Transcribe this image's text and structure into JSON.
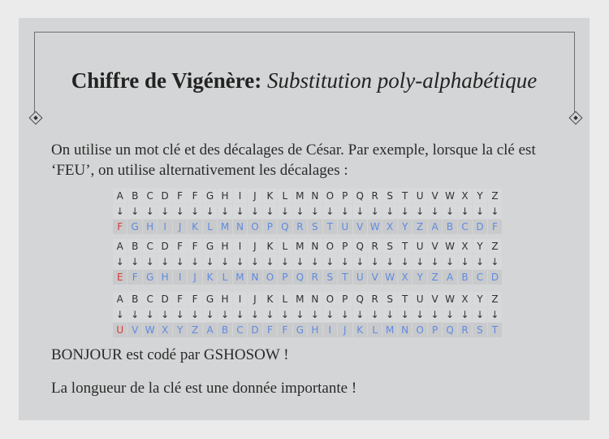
{
  "title": {
    "main": "Chiffre de Vigénère:",
    "sub": "Substitution poly-alphabétique"
  },
  "intro": "On utilise un mot clé et des décalages de César. Par exemple, lorsque la clé est ‘FEU’, on utilise alternativement les décalages :",
  "alphabet": [
    "A",
    "B",
    "C",
    "D",
    "F",
    "F",
    "G",
    "H",
    "I",
    "J",
    "K",
    "L",
    "M",
    "N",
    "O",
    "P",
    "Q",
    "R",
    "S",
    "T",
    "U",
    "V",
    "W",
    "X",
    "Y",
    "Z"
  ],
  "arrow": "↓",
  "tables": [
    {
      "key": "F",
      "cipher": [
        "F",
        "G",
        "H",
        "I",
        "J",
        "K",
        "L",
        "M",
        "N",
        "O",
        "P",
        "Q",
        "R",
        "S",
        "T",
        "U",
        "V",
        "W",
        "X",
        "Y",
        "Z",
        "A",
        "B",
        "C",
        "D",
        "F"
      ]
    },
    {
      "key": "E",
      "cipher": [
        "E",
        "F",
        "G",
        "H",
        "I",
        "J",
        "K",
        "L",
        "M",
        "N",
        "O",
        "P",
        "Q",
        "R",
        "S",
        "T",
        "U",
        "V",
        "W",
        "X",
        "Y",
        "Z",
        "A",
        "B",
        "C",
        "D"
      ]
    },
    {
      "key": "U",
      "cipher": [
        "U",
        "V",
        "W",
        "X",
        "Y",
        "Z",
        "A",
        "B",
        "C",
        "D",
        "F",
        "F",
        "G",
        "H",
        "I",
        "J",
        "K",
        "L",
        "M",
        "N",
        "O",
        "P",
        "Q",
        "R",
        "S",
        "T"
      ]
    }
  ],
  "example": "BONJOUR est codé par GSHOSOW !",
  "note": "La longueur de la clé est une donnée importante !",
  "colors": {
    "key": "#d93a35",
    "cipher": "#5f8ae0"
  }
}
